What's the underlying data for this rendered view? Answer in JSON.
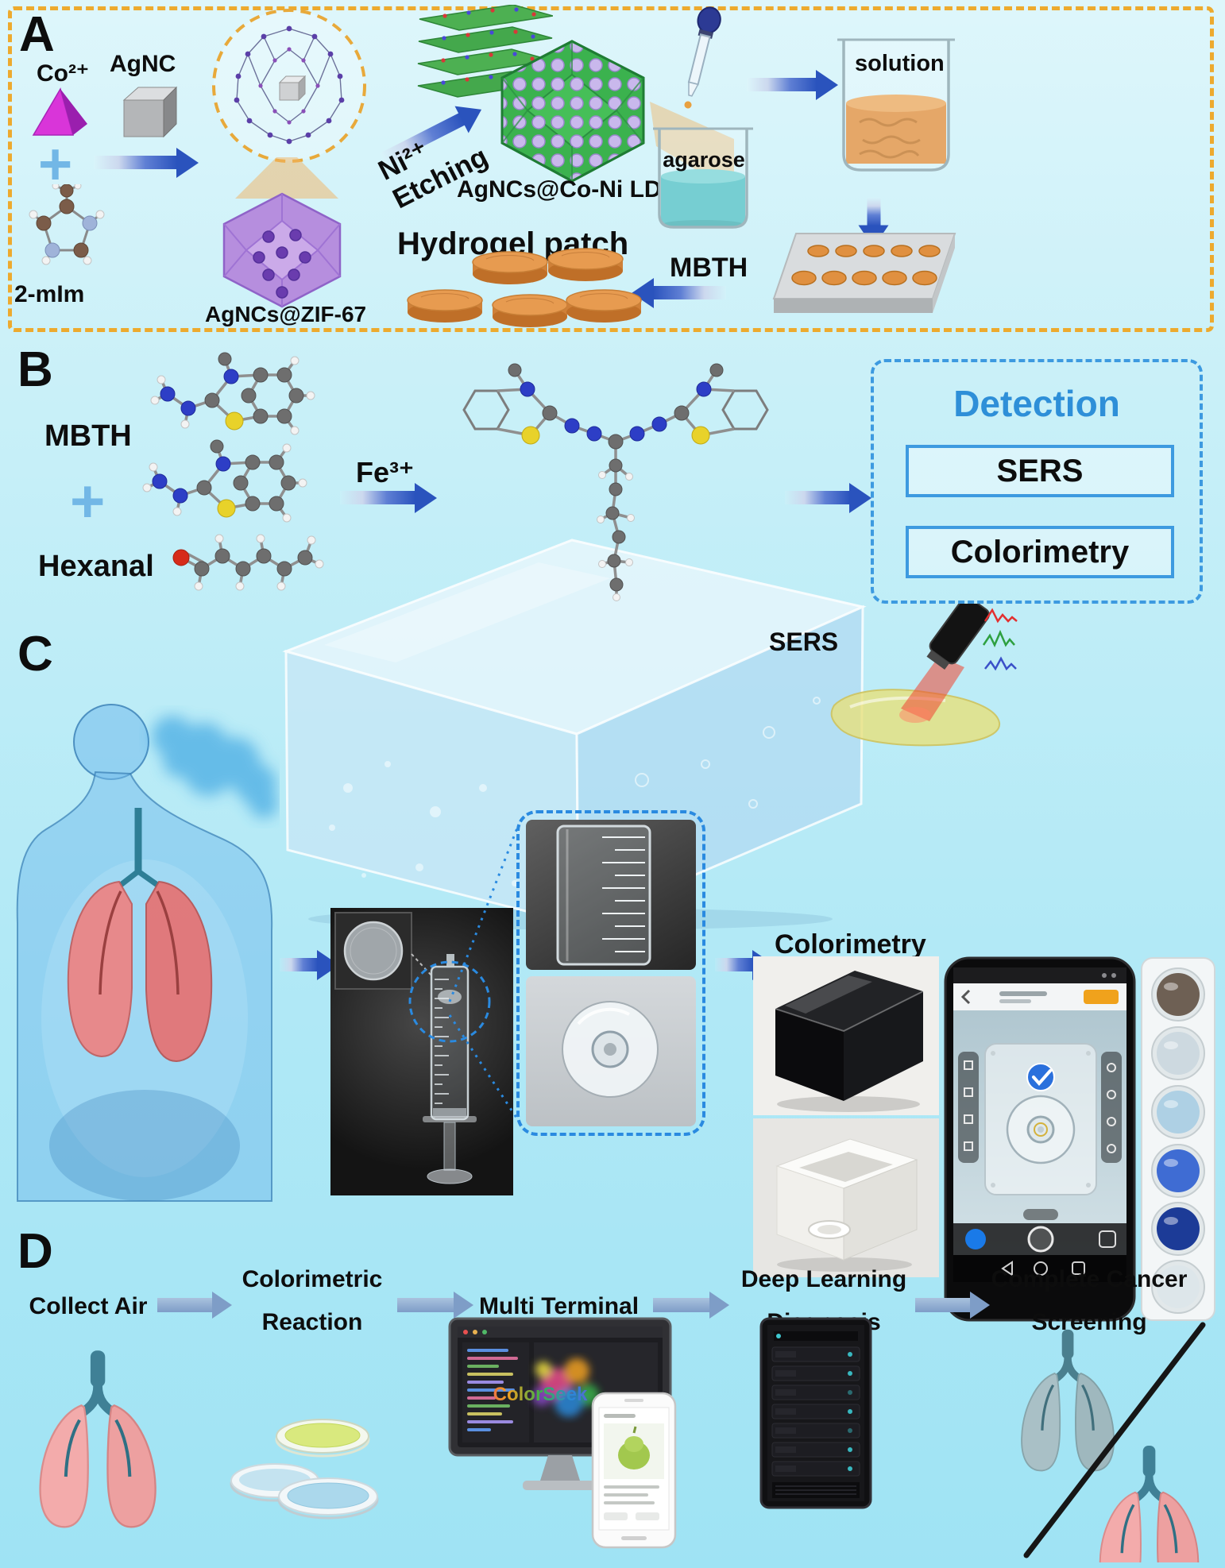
{
  "panelA": {
    "label": "A",
    "co_ion": "Co²⁺",
    "plus": "+",
    "ligand": "2-mIm",
    "agnc": "AgNC",
    "zif_product": "AgNCs@ZIF-67",
    "etching_line1": "Ni²⁺",
    "etching_line2": "Etching",
    "ldh_product": "AgNCs@Co-Ni LDH",
    "agarose": "agarose",
    "solution": "solution",
    "mbth": "MBTH",
    "hydrogel": "Hydrogel patch",
    "frame_color": "#edaa2e"
  },
  "panelB": {
    "label": "B",
    "reagent1": "MBTH",
    "plus": "+",
    "reagent2": "Hexanal",
    "catalyst": "Fe³⁺",
    "detection_title": "Detection",
    "methods": [
      "SERS",
      "Colorimetry"
    ],
    "accent_color": "#2e8fd8"
  },
  "panelC": {
    "label": "C",
    "sers_label": "SERS",
    "colorimetry_label": "Colorimetry",
    "well_colors": [
      "#6e6054",
      "#cdd9e0",
      "#aed0e4",
      "#3f6cd3",
      "#1c3b97",
      "#dde6ea"
    ]
  },
  "panelD": {
    "label": "D",
    "steps": [
      {
        "line1": "Collect Air",
        "line2": ""
      },
      {
        "line1": "Colorimetric",
        "line2": "Reaction"
      },
      {
        "line1": "Multi Terminal",
        "line2": ""
      },
      {
        "line1": "Deep Learning",
        "line2": "Diagnosis"
      },
      {
        "line1": "Complete Cancer",
        "line2": "Screening"
      }
    ],
    "monitor_app": "ColorSeek",
    "arrow_color": "#7e9dc7"
  }
}
